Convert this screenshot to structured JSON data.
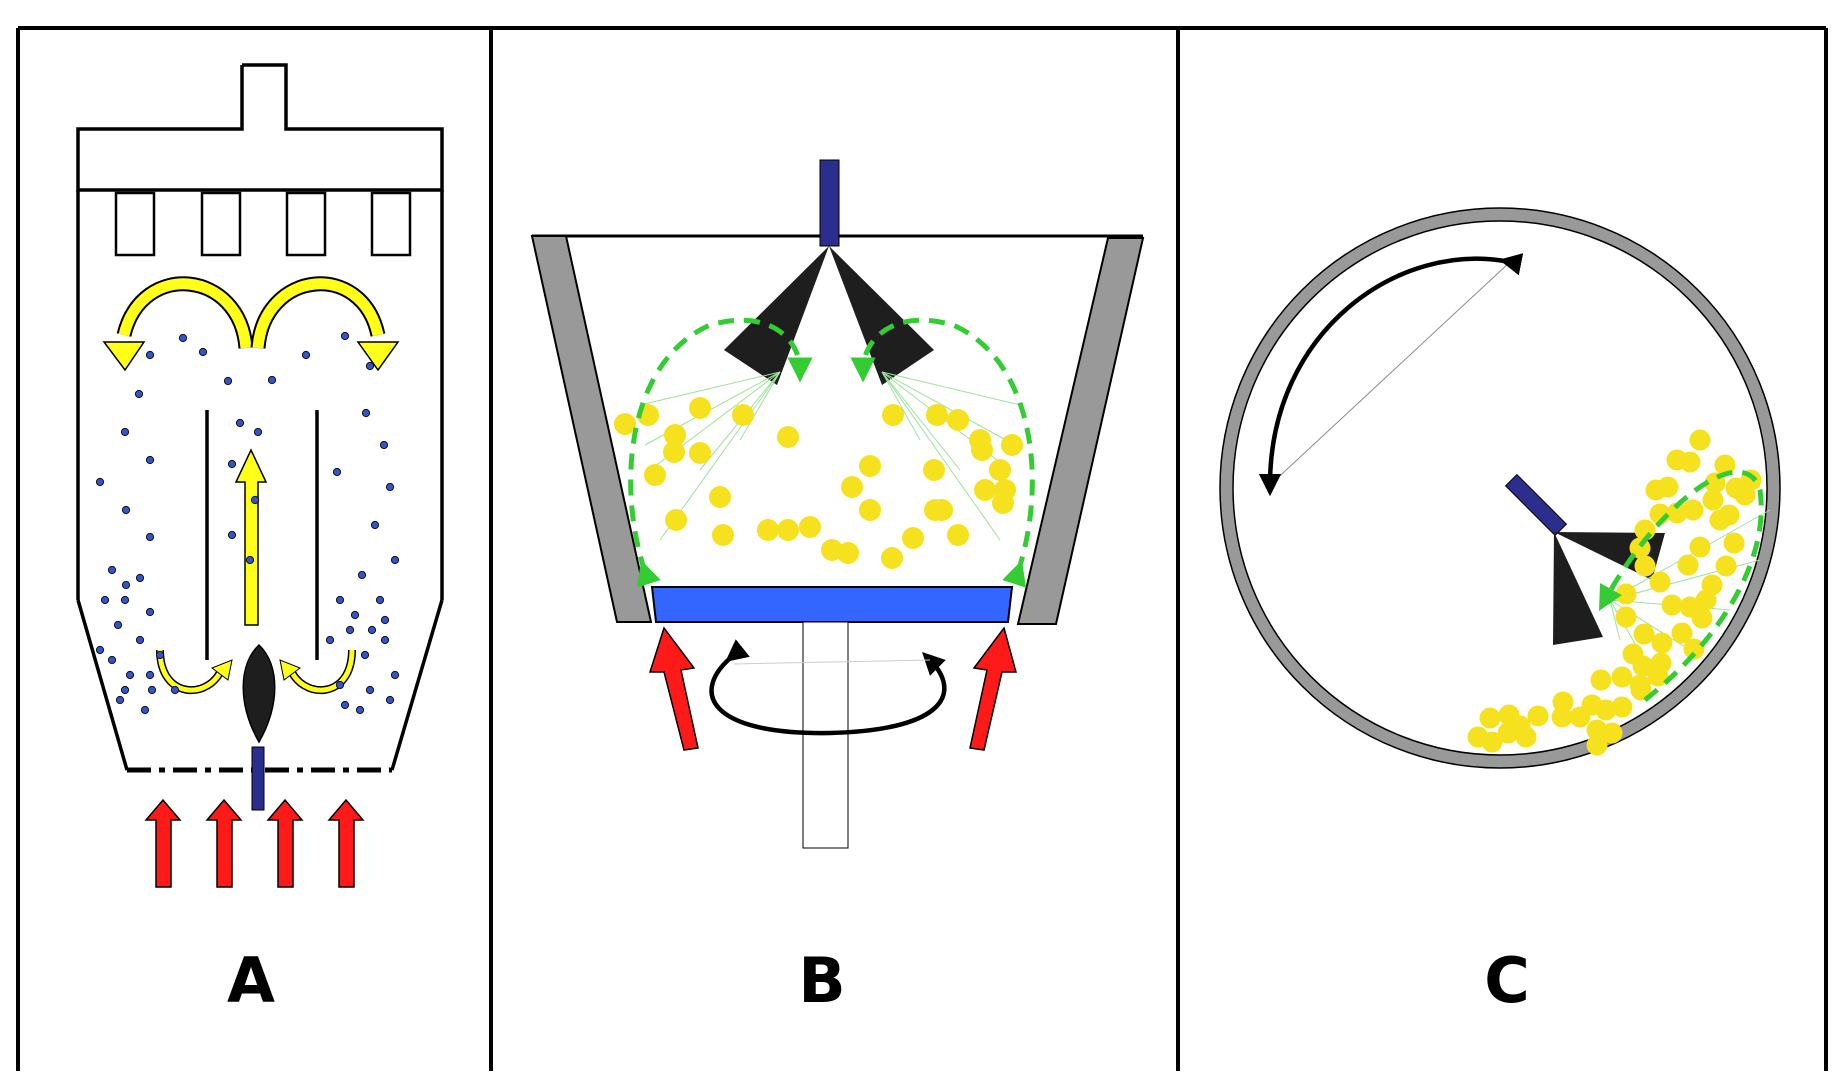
{
  "panels": [
    {
      "id": "A",
      "label": "A"
    },
    {
      "id": "B",
      "label": "B"
    },
    {
      "id": "C",
      "label": "C"
    }
  ],
  "colors": {
    "frame": "#000000",
    "hot_air": "#ff1a1a",
    "flow": "#ffff1a",
    "spray": "#33cc33",
    "particle_large": "#f5e11e",
    "particle_small": "#3355cc",
    "nozzle_body": "#2b2e8c",
    "nozzle_cone": "#1e1e1e",
    "rotor_plate": "#3366ff",
    "wall": "#999999"
  },
  "icons": [
    "hot-air-arrow-icon",
    "rotation-arrow-icon",
    "spray-nozzle-icon",
    "flow-arrow-icon"
  ]
}
